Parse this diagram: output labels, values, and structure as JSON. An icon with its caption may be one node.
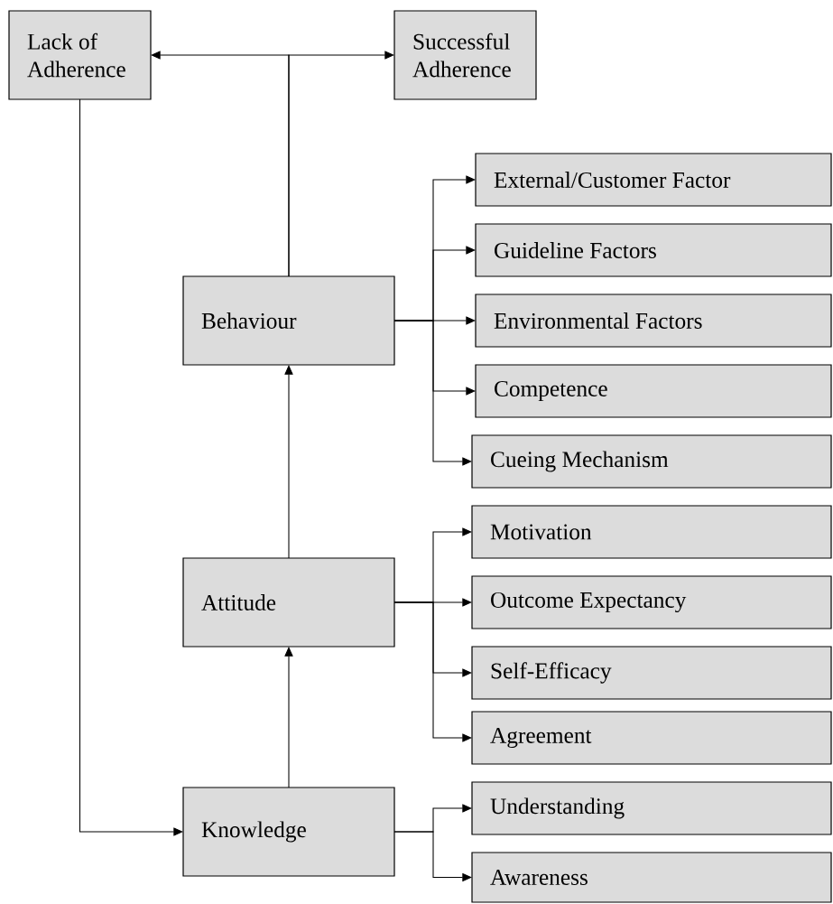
{
  "diagram": {
    "nodes": [
      {
        "text": [
          "Lack of Adherence"
        ]
      },
      {
        "text": [
          "Successful Adherence"
        ]
      },
      {
        "text": [
          "Behaviour"
        ]
      },
      {
        "text": [
          "External/Customer Factor"
        ]
      },
      {
        "text": [
          "Guideline Factors"
        ]
      },
      {
        "text": [
          "Environmental Factors"
        ]
      },
      {
        "text": [
          "Competence"
        ]
      },
      {
        "text": [
          "Cueing Mechanism"
        ]
      },
      {
        "text": [
          "Attitude"
        ]
      },
      {
        "text": [
          "Motivation"
        ]
      },
      {
        "text": [
          "Outcome Expectancy"
        ]
      },
      {
        "text": [
          "Self-Efficacy"
        ]
      },
      {
        "text": [
          "Agreement"
        ]
      },
      {
        "text": [
          "Knowledge"
        ]
      },
      {
        "text": [
          "Understanding"
        ]
      },
      {
        "text": [
          "Awareness"
        ]
      }
    ],
    "edges": [
      {
        "from": 2,
        "to": 0,
        "arrow": "to"
      },
      {
        "from": 2,
        "to": 1,
        "arrow": "to"
      },
      {
        "from": 0,
        "to": 13,
        "arrow": "to"
      },
      {
        "from": 13,
        "to": 8,
        "arrow": "to"
      },
      {
        "from": 8,
        "to": 2,
        "arrow": "to"
      },
      {
        "from": 2,
        "to": 3,
        "arrow": "to"
      },
      {
        "from": 2,
        "to": 4,
        "arrow": "to"
      },
      {
        "from": 2,
        "to": 5,
        "arrow": "to"
      },
      {
        "from": 2,
        "to": 6,
        "arrow": "to"
      },
      {
        "from": 2,
        "to": 7,
        "arrow": "to"
      },
      {
        "from": 8,
        "to": 9,
        "arrow": "to"
      },
      {
        "from": 8,
        "to": 10,
        "arrow": "to"
      },
      {
        "from": 8,
        "to": 11,
        "arrow": "to"
      },
      {
        "from": 8,
        "to": 12,
        "arrow": "to"
      },
      {
        "from": 13,
        "to": 14,
        "arrow": "to"
      },
      {
        "from": 13,
        "to": 15,
        "arrow": "to"
      }
    ]
  }
}
